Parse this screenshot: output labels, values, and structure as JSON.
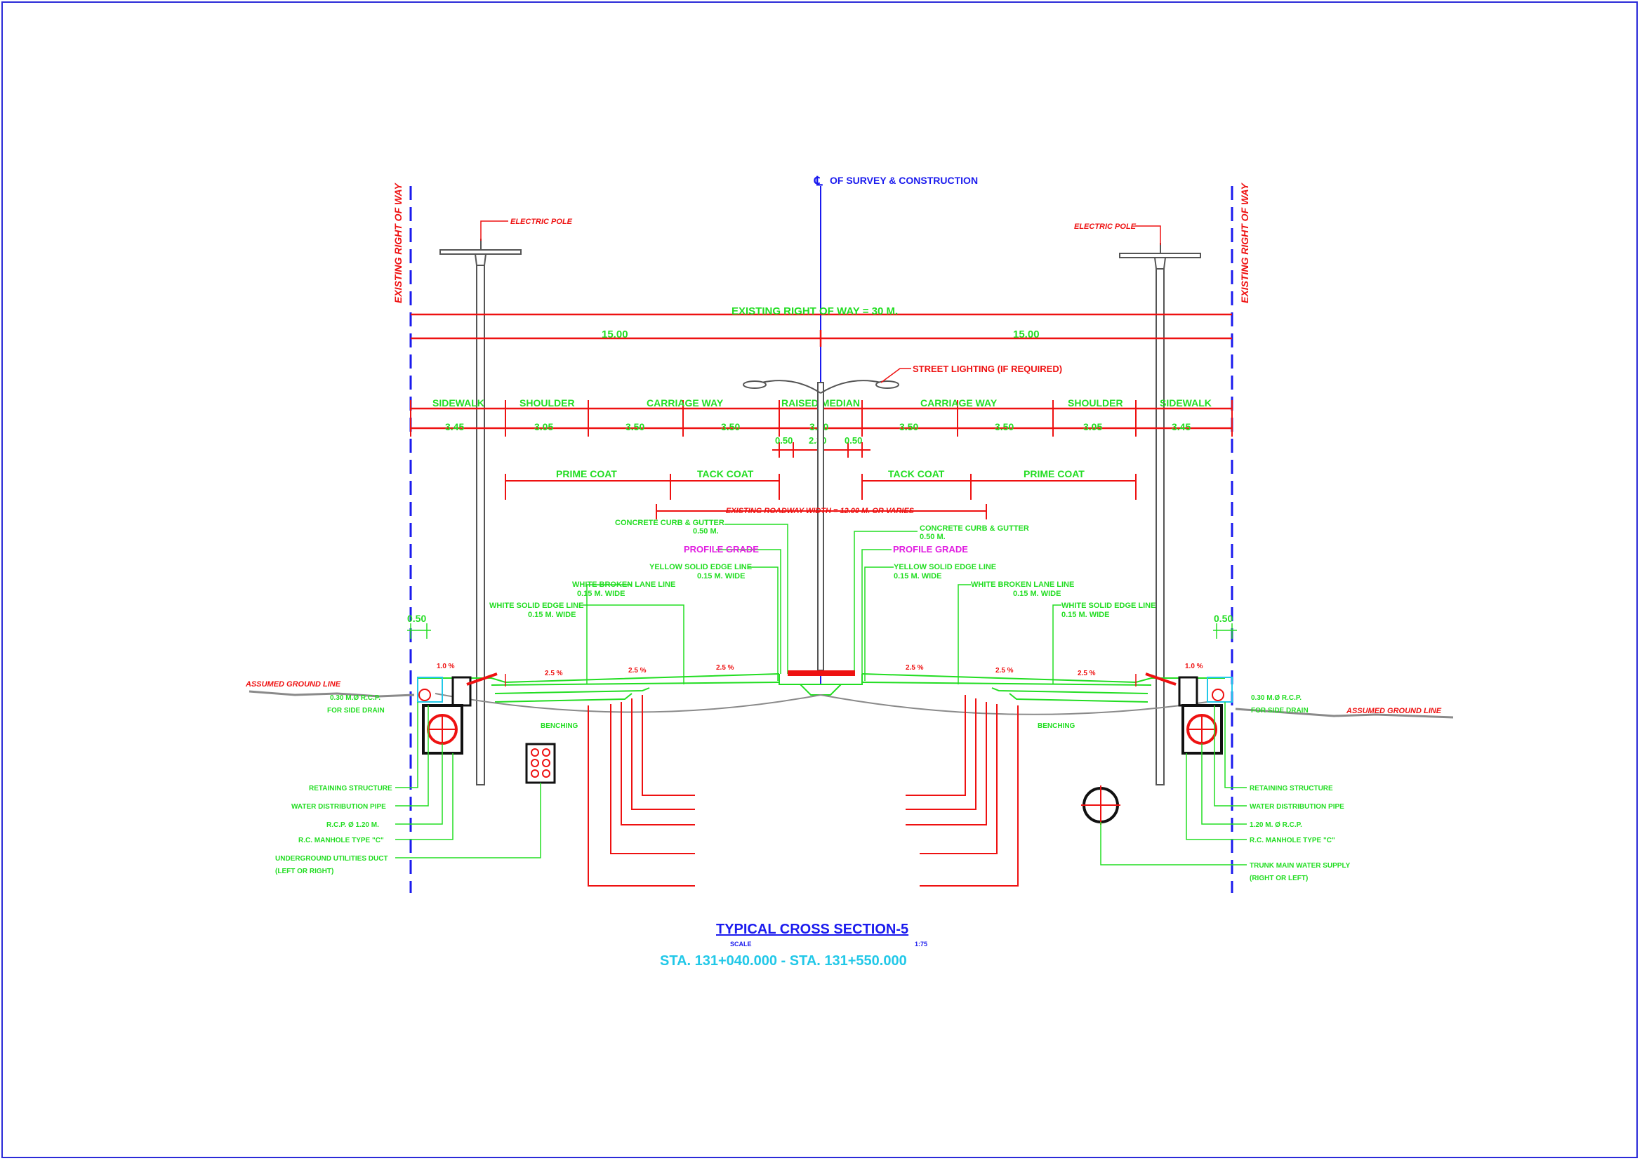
{
  "colors": {
    "green": "#22dd22",
    "red": "#ee1111",
    "blue": "#1a1aee",
    "magenta": "#e01ee0",
    "cyan": "#22c8e8",
    "gray": "#8a8a8a",
    "pole": "#555555"
  },
  "centerline": {
    "symbol": "℄",
    "label": "OF SURVEY & CONSTRUCTION"
  },
  "row_labels": {
    "left": "EXISTING RIGHT OF WAY",
    "right": "EXISTING RIGHT OF WAY"
  },
  "poles": {
    "left_label": "ELECTRIC POLE",
    "right_label": "ELECTRIC POLE"
  },
  "street_lighting": "STREET LIGHTING (IF REQUIRED)",
  "dimensions": {
    "overall": "EXISTING RIGHT OF WAY = 30 M.",
    "half_left": "15.00",
    "half_right": "15.00",
    "elements": [
      {
        "label": "SIDEWALK",
        "widths": [
          "3.45"
        ]
      },
      {
        "label": "SHOULDER",
        "widths": [
          "3.05"
        ]
      },
      {
        "label": "CARRIAGE WAY",
        "widths": [
          "3.50",
          "3.50"
        ]
      },
      {
        "label": "RAISED MEDIAN",
        "widths": [
          "3.30"
        ]
      },
      {
        "label": "CARRIAGE WAY",
        "widths": [
          "3.50",
          "3.50"
        ]
      },
      {
        "label": "SHOULDER",
        "widths": [
          "3.05"
        ]
      },
      {
        "label": "SIDEWALK",
        "widths": [
          "3.45"
        ]
      }
    ],
    "median_parts": [
      "0.50",
      "2.30",
      "0.50"
    ],
    "edge_offsets": [
      "0.50",
      "0.50"
    ]
  },
  "coats": [
    "PRIME COAT",
    "TACK COAT",
    "TACK COAT",
    "PRIME COAT"
  ],
  "existing_roadway": "EXISTING ROADWAY WIDTH = 12.00 M. OR VARIES",
  "callouts": {
    "curb_left": [
      "CONCRETE CURB & GUTTER",
      "0.50 M."
    ],
    "curb_right": [
      "CONCRETE CURB & GUTTER",
      "0.50 M."
    ],
    "profile_grade": "PROFILE GRADE",
    "yellow_line": [
      "YELLOW SOLID EDGE LINE",
      "0.15 M. WIDE"
    ],
    "white_broken": [
      "WHITE BROKEN LANE LINE",
      "0.15 M. WIDE"
    ],
    "white_solid": [
      "WHITE SOLID EDGE LINE",
      "0.15 M. WIDE"
    ],
    "assumed_ground": "ASSUMED GROUND LINE",
    "benching": "BENCHING",
    "rcp_side_drain": [
      "0.30 M.Ø R.C.P.",
      "FOR SIDE DRAIN"
    ]
  },
  "slopes": [
    "1.0 %",
    "2.5 %",
    "2.5 %",
    "2.5 %",
    "2.5 %",
    "2.5 %",
    "2.5 %",
    "1.0 %"
  ],
  "left_utilities": [
    "RETAINING STRUCTURE",
    "WATER DISTRIBUTION PIPE",
    "R.C.P. Ø 1.20 M.",
    "R.C. MANHOLE TYPE \"C\"",
    "UNDERGROUND UTILITIES DUCT",
    "(LEFT OR RIGHT)"
  ],
  "right_utilities": [
    "RETAINING STRUCTURE",
    "WATER DISTRIBUTION PIPE",
    "1.20 M. Ø R.C.P.",
    "R.C. MANHOLE TYPE \"C\"",
    "TRUNK MAIN WATER SUPPLY",
    "(RIGHT OR LEFT)"
  ],
  "layers": [],
  "title": {
    "main": "TYPICAL CROSS SECTION-5",
    "scale_label": "SCALE",
    "scale_value": "1:75",
    "station": "STA. 131+040.000  -  STA. 131+550.000"
  }
}
